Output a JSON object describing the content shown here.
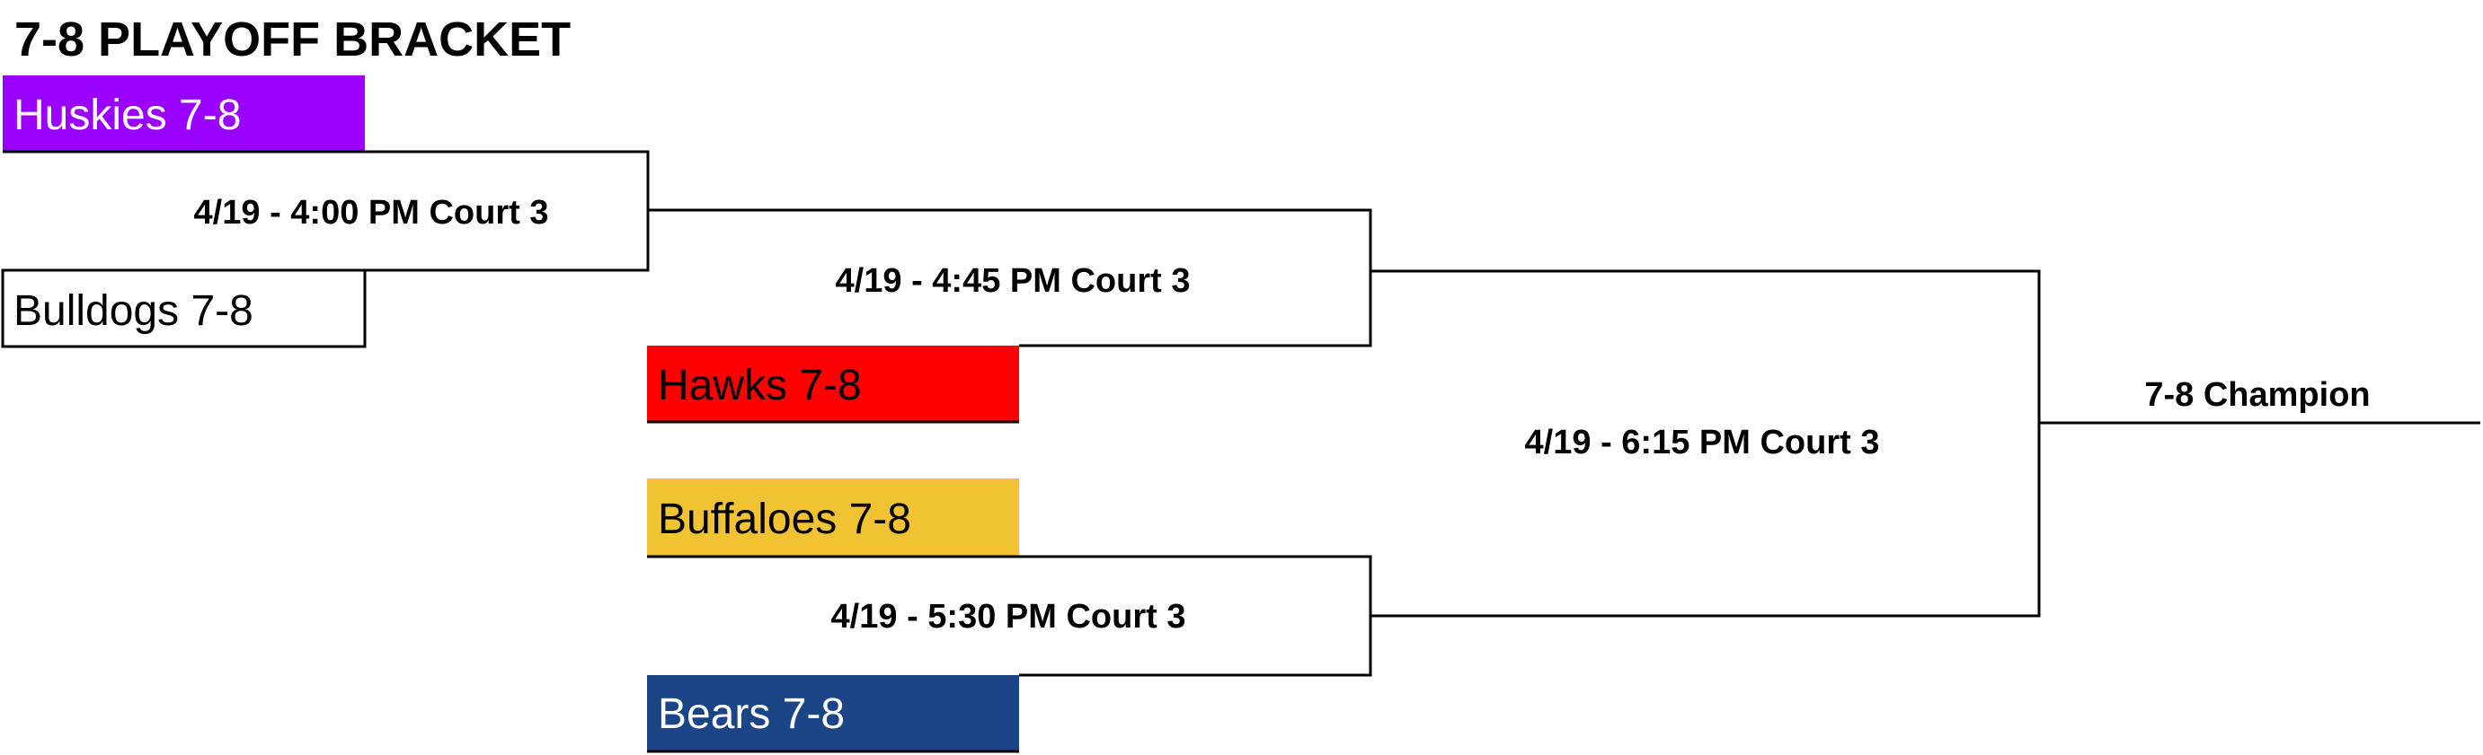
{
  "bracket": {
    "title": "7-8 PLAYOFF BRACKET",
    "teams": [
      {
        "name": "Huskies 7-8",
        "fill": "#9900ff",
        "text_color": "#ffffff"
      },
      {
        "name": "Bulldogs 7-8",
        "fill": "#ffffff",
        "text_color": "#000000"
      },
      {
        "name": "Hawks 7-8",
        "fill": "#ff0000",
        "text_color": "#000000"
      },
      {
        "name": "Buffaloes 7-8",
        "fill": "#f1c232",
        "text_color": "#000000"
      },
      {
        "name": "Bears 7-8",
        "fill": "#1c4587",
        "text_color": "#ffffff"
      }
    ],
    "games": [
      {
        "label": "4/19 - 4:00 PM Court 3"
      },
      {
        "label": "4/19 - 4:45 PM Court 3"
      },
      {
        "label": "4/19 - 5:30 PM Court 3"
      },
      {
        "label": "4/19 - 6:15 PM Court 3"
      }
    ],
    "champion": {
      "label": "7-8 Champion"
    }
  }
}
